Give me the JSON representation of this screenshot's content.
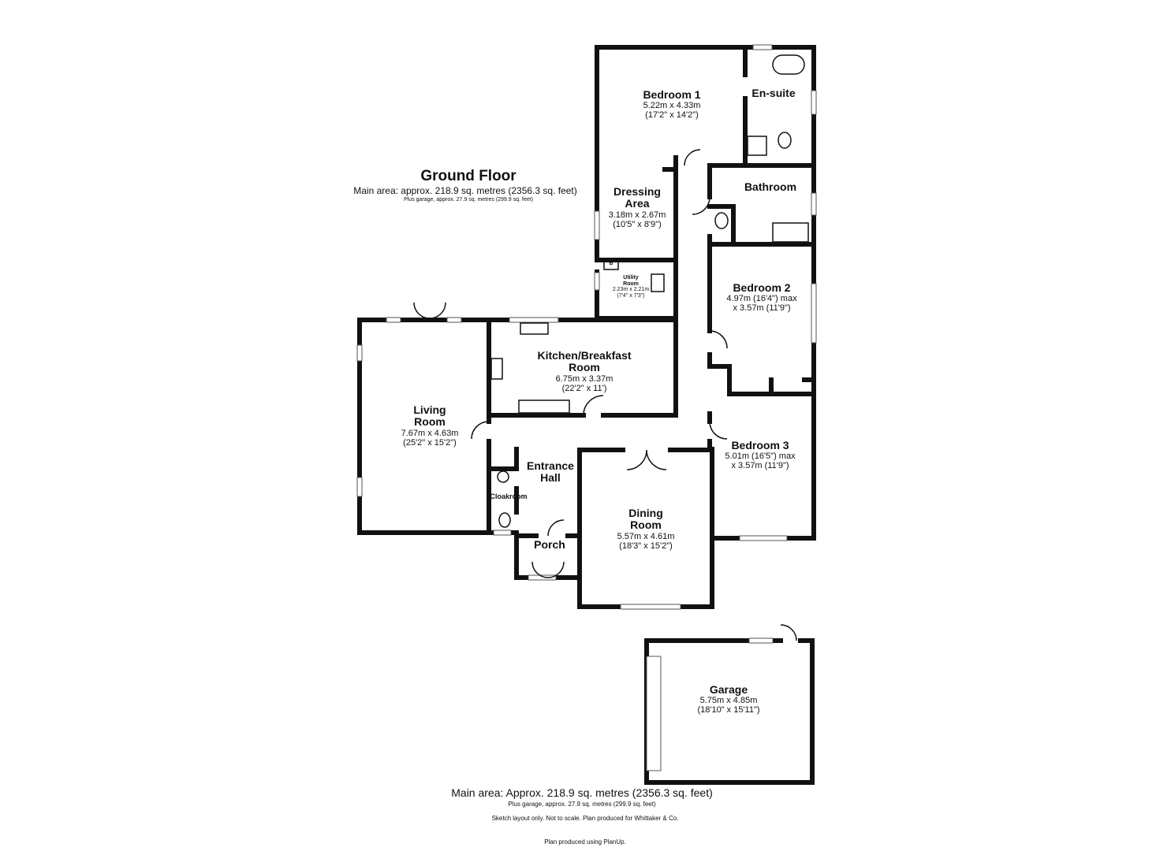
{
  "header": {
    "title": "Ground Floor",
    "main_area": "Main area: approx. 218.9 sq. metres (2356.3 sq. feet)",
    "garage_area": "Plus garage, approx. 27.9 sq. metres (299.9 sq. feet)"
  },
  "rooms": {
    "bedroom1": {
      "name": "Bedroom 1",
      "metric": "5.22m x 4.33m",
      "imperial": "(17'2\" x 14'2\")"
    },
    "ensuite": {
      "name": "En-suite"
    },
    "bathroom": {
      "name": "Bathroom"
    },
    "dressing": {
      "name1": "Dressing",
      "name2": "Area",
      "metric": "3.18m x 2.67m",
      "imperial": "(10'5\" x 8'9\")"
    },
    "utility": {
      "name1": "Utility",
      "name2": "Room",
      "metric": "2.23m x 2.21m",
      "imperial": "(7'4\" x 7'3\")",
      "boiler": "B"
    },
    "bedroom2": {
      "name": "Bedroom 2",
      "metric": "4.97m (16'4\") max",
      "imperial": "x 3.57m (11'9\")"
    },
    "kitchen": {
      "name1": "Kitchen/Breakfast",
      "name2": "Room",
      "metric": "6.75m x 3.37m",
      "imperial": "(22'2\" x 11')"
    },
    "living": {
      "name1": "Living",
      "name2": "Room",
      "metric": "7.67m x 4.63m",
      "imperial": "(25'2\" x 15'2\")"
    },
    "entrance": {
      "name1": "Entrance",
      "name2": "Hall"
    },
    "cloakroom": {
      "name": "Cloakroom"
    },
    "bedroom3": {
      "name": "Bedroom 3",
      "metric": "5.01m (16'5\") max",
      "imperial": "x 3.57m (11'9\")"
    },
    "dining": {
      "name1": "Dining",
      "name2": "Room",
      "metric": "5.57m x 4.61m",
      "imperial": "(18'3\" x 15'2\")"
    },
    "porch": {
      "name": "Porch"
    },
    "garage": {
      "name": "Garage",
      "metric": "5.75m x 4.85m",
      "imperial": "(18'10\" x 15'11\")"
    }
  },
  "footer": {
    "main_area": "Main area: Approx. 218.9 sq. metres (2356.3 sq. feet)",
    "garage_area": "Plus garage, approx. 27.9 sq. metres (299.9 sq. feet)",
    "disclaimer": "Sketch layout only. Not to scale. Plan produced for Whittaker & Co.",
    "credit": "Plan produced using PlanUp."
  }
}
